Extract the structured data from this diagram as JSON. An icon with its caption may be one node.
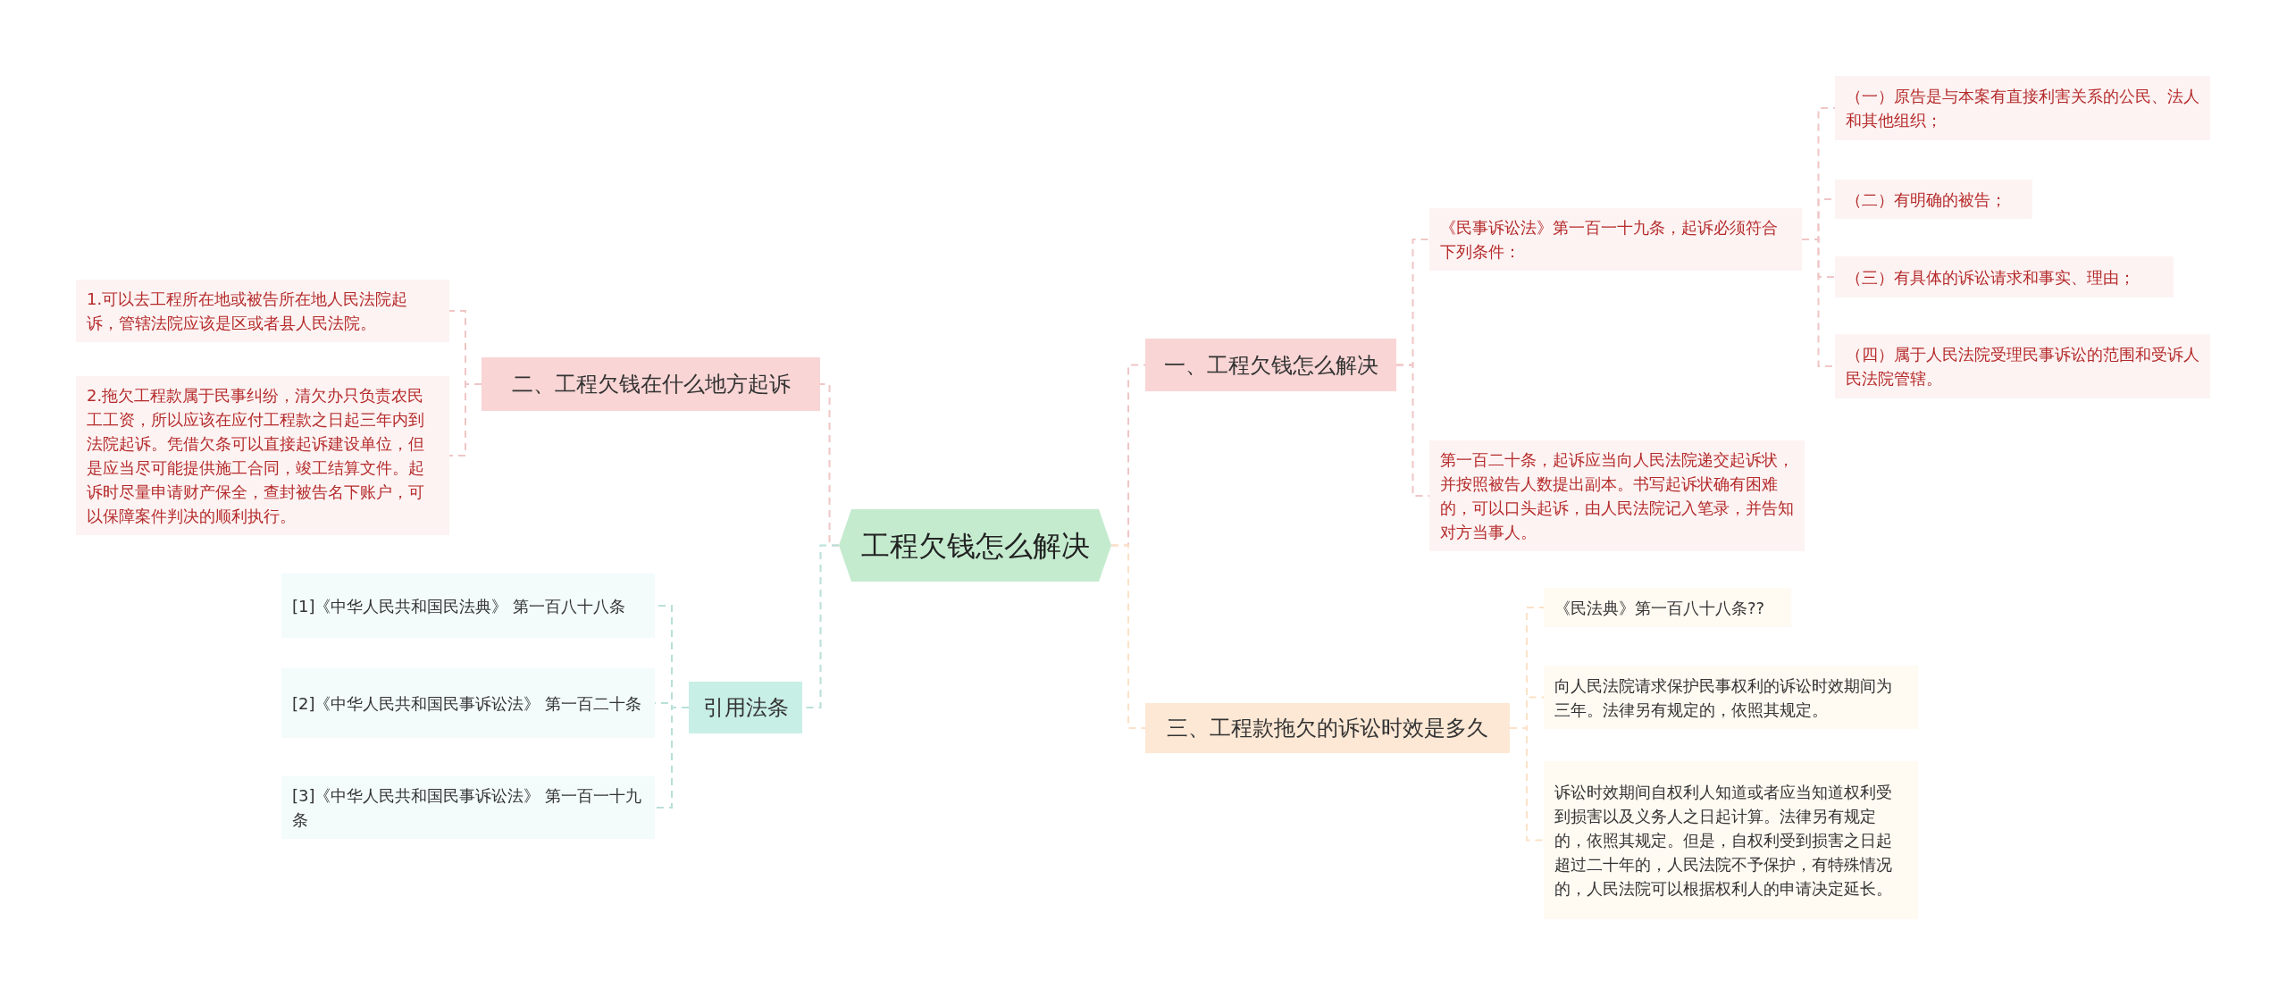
{
  "diagram": {
    "nodes": [
      {
        "text": [
          "工程欠钱怎么解决"
        ]
      },
      {
        "text": [
          "一、工程欠钱怎么解决"
        ]
      },
      {
        "text": [
          "《民事诉讼法》第一百一十九条，起诉必须符合下列条件："
        ]
      },
      {
        "text": [
          "（一）原告是与本案有直接利害关系的公民、法人和其他组织；"
        ]
      },
      {
        "text": [
          "（二）有明确的被告；"
        ]
      },
      {
        "text": [
          "（三）有具体的诉讼请求和事实、理由；"
        ]
      },
      {
        "text": [
          "（四）属于人民法院受理民事诉讼的范围和受诉人民法院管辖。"
        ]
      },
      {
        "text": [
          "第一百二十条，起诉应当向人民法院递交起诉状，并按照被告人数提出副本。书写起诉状确有困难的，可以口头起诉，由人民法院记入笔录，并告知对方当事人。"
        ]
      },
      {
        "text": [
          "二、工程欠钱在什么地方起诉"
        ]
      },
      {
        "text": [
          "1.可以去工程所在地或被告所在地人民法院起诉，管辖法院应该是区或者县人民法院。"
        ]
      },
      {
        "text": [
          "2.拖欠工程款属于民事纠纷，清欠办只负责农民工工资，所以应该在应付工程款之日起三年内到法院起诉。凭借欠条可以直接起诉建设单位，但是应当尽可能提供施工合同，竣工结算文件。起诉时尽量申请财产保全，查封被告名下账户，可以保障案件判决的顺利执行。"
        ]
      },
      {
        "text": [
          "引用法条"
        ]
      },
      {
        "text": [
          "[1]《中华人民共和国民法典》 第一百八十八条"
        ]
      },
      {
        "text": [
          "[2]《中华人民共和国民事诉讼法》 第一百二十条"
        ]
      },
      {
        "text": [
          "[3]《中华人民共和国民事诉讼法》 第一百一十九条"
        ]
      },
      {
        "text": [
          "三、工程款拖欠的诉讼时效是多久"
        ]
      },
      {
        "text": [
          "《民法典》第一百八十八条??"
        ]
      },
      {
        "text": [
          "向人民法院请求保护民事权利的诉讼时效期间为三年。法律另有规定的，依照其规定。"
        ]
      },
      {
        "text": [
          "诉讼时效期间自权利人知道或者应当知道权利受到损害以及义务人之日起计算。法律另有规定的，依照其规定。但是，自权利受到损害之日起超过二十年的，人民法院不予保护，有特殊情况的，人民法院可以根据权利人的申请决定延长。"
        ]
      }
    ],
    "edges": [
      {
        "from": 0,
        "to": 1,
        "arrow": "none",
        "style": "dashed"
      },
      {
        "from": 1,
        "to": 2,
        "arrow": "none",
        "style": "dashed"
      },
      {
        "from": 2,
        "to": 3,
        "arrow": "none",
        "style": "dashed"
      },
      {
        "from": 2,
        "to": 4,
        "arrow": "none",
        "style": "dashed"
      },
      {
        "from": 2,
        "to": 5,
        "arrow": "none",
        "style": "dashed"
      },
      {
        "from": 2,
        "to": 6,
        "arrow": "none",
        "style": "dashed"
      },
      {
        "from": 1,
        "to": 7,
        "arrow": "none",
        "style": "dashed"
      },
      {
        "from": 0,
        "to": 8,
        "arrow": "none",
        "style": "dashed"
      },
      {
        "from": 8,
        "to": 9,
        "arrow": "none",
        "style": "dashed"
      },
      {
        "from": 8,
        "to": 10,
        "arrow": "none",
        "style": "dashed"
      },
      {
        "from": 0,
        "to": 11,
        "arrow": "none",
        "style": "dashed",
        "color": "#b8e0d8"
      },
      {
        "from": 11,
        "to": 12,
        "arrow": "none",
        "style": "dashed",
        "color": "#b8e0d8"
      },
      {
        "from": 11,
        "to": 13,
        "arrow": "none",
        "style": "dashed",
        "color": "#b8e0d8"
      },
      {
        "from": 11,
        "to": 14,
        "arrow": "none",
        "style": "dashed",
        "color": "#b8e0d8"
      },
      {
        "from": 0,
        "to": 15,
        "arrow": "none",
        "style": "dashed",
        "color": "#fbe2c8"
      },
      {
        "from": 15,
        "to": 16,
        "arrow": "none",
        "style": "dashed",
        "color": "#fbe2c8"
      },
      {
        "from": 15,
        "to": 17,
        "arrow": "none",
        "style": "dashed",
        "color": "#fbe2c8"
      },
      {
        "from": 15,
        "to": 18,
        "arrow": "none",
        "style": "dashed",
        "color": "#fbe2c8"
      }
    ]
  }
}
